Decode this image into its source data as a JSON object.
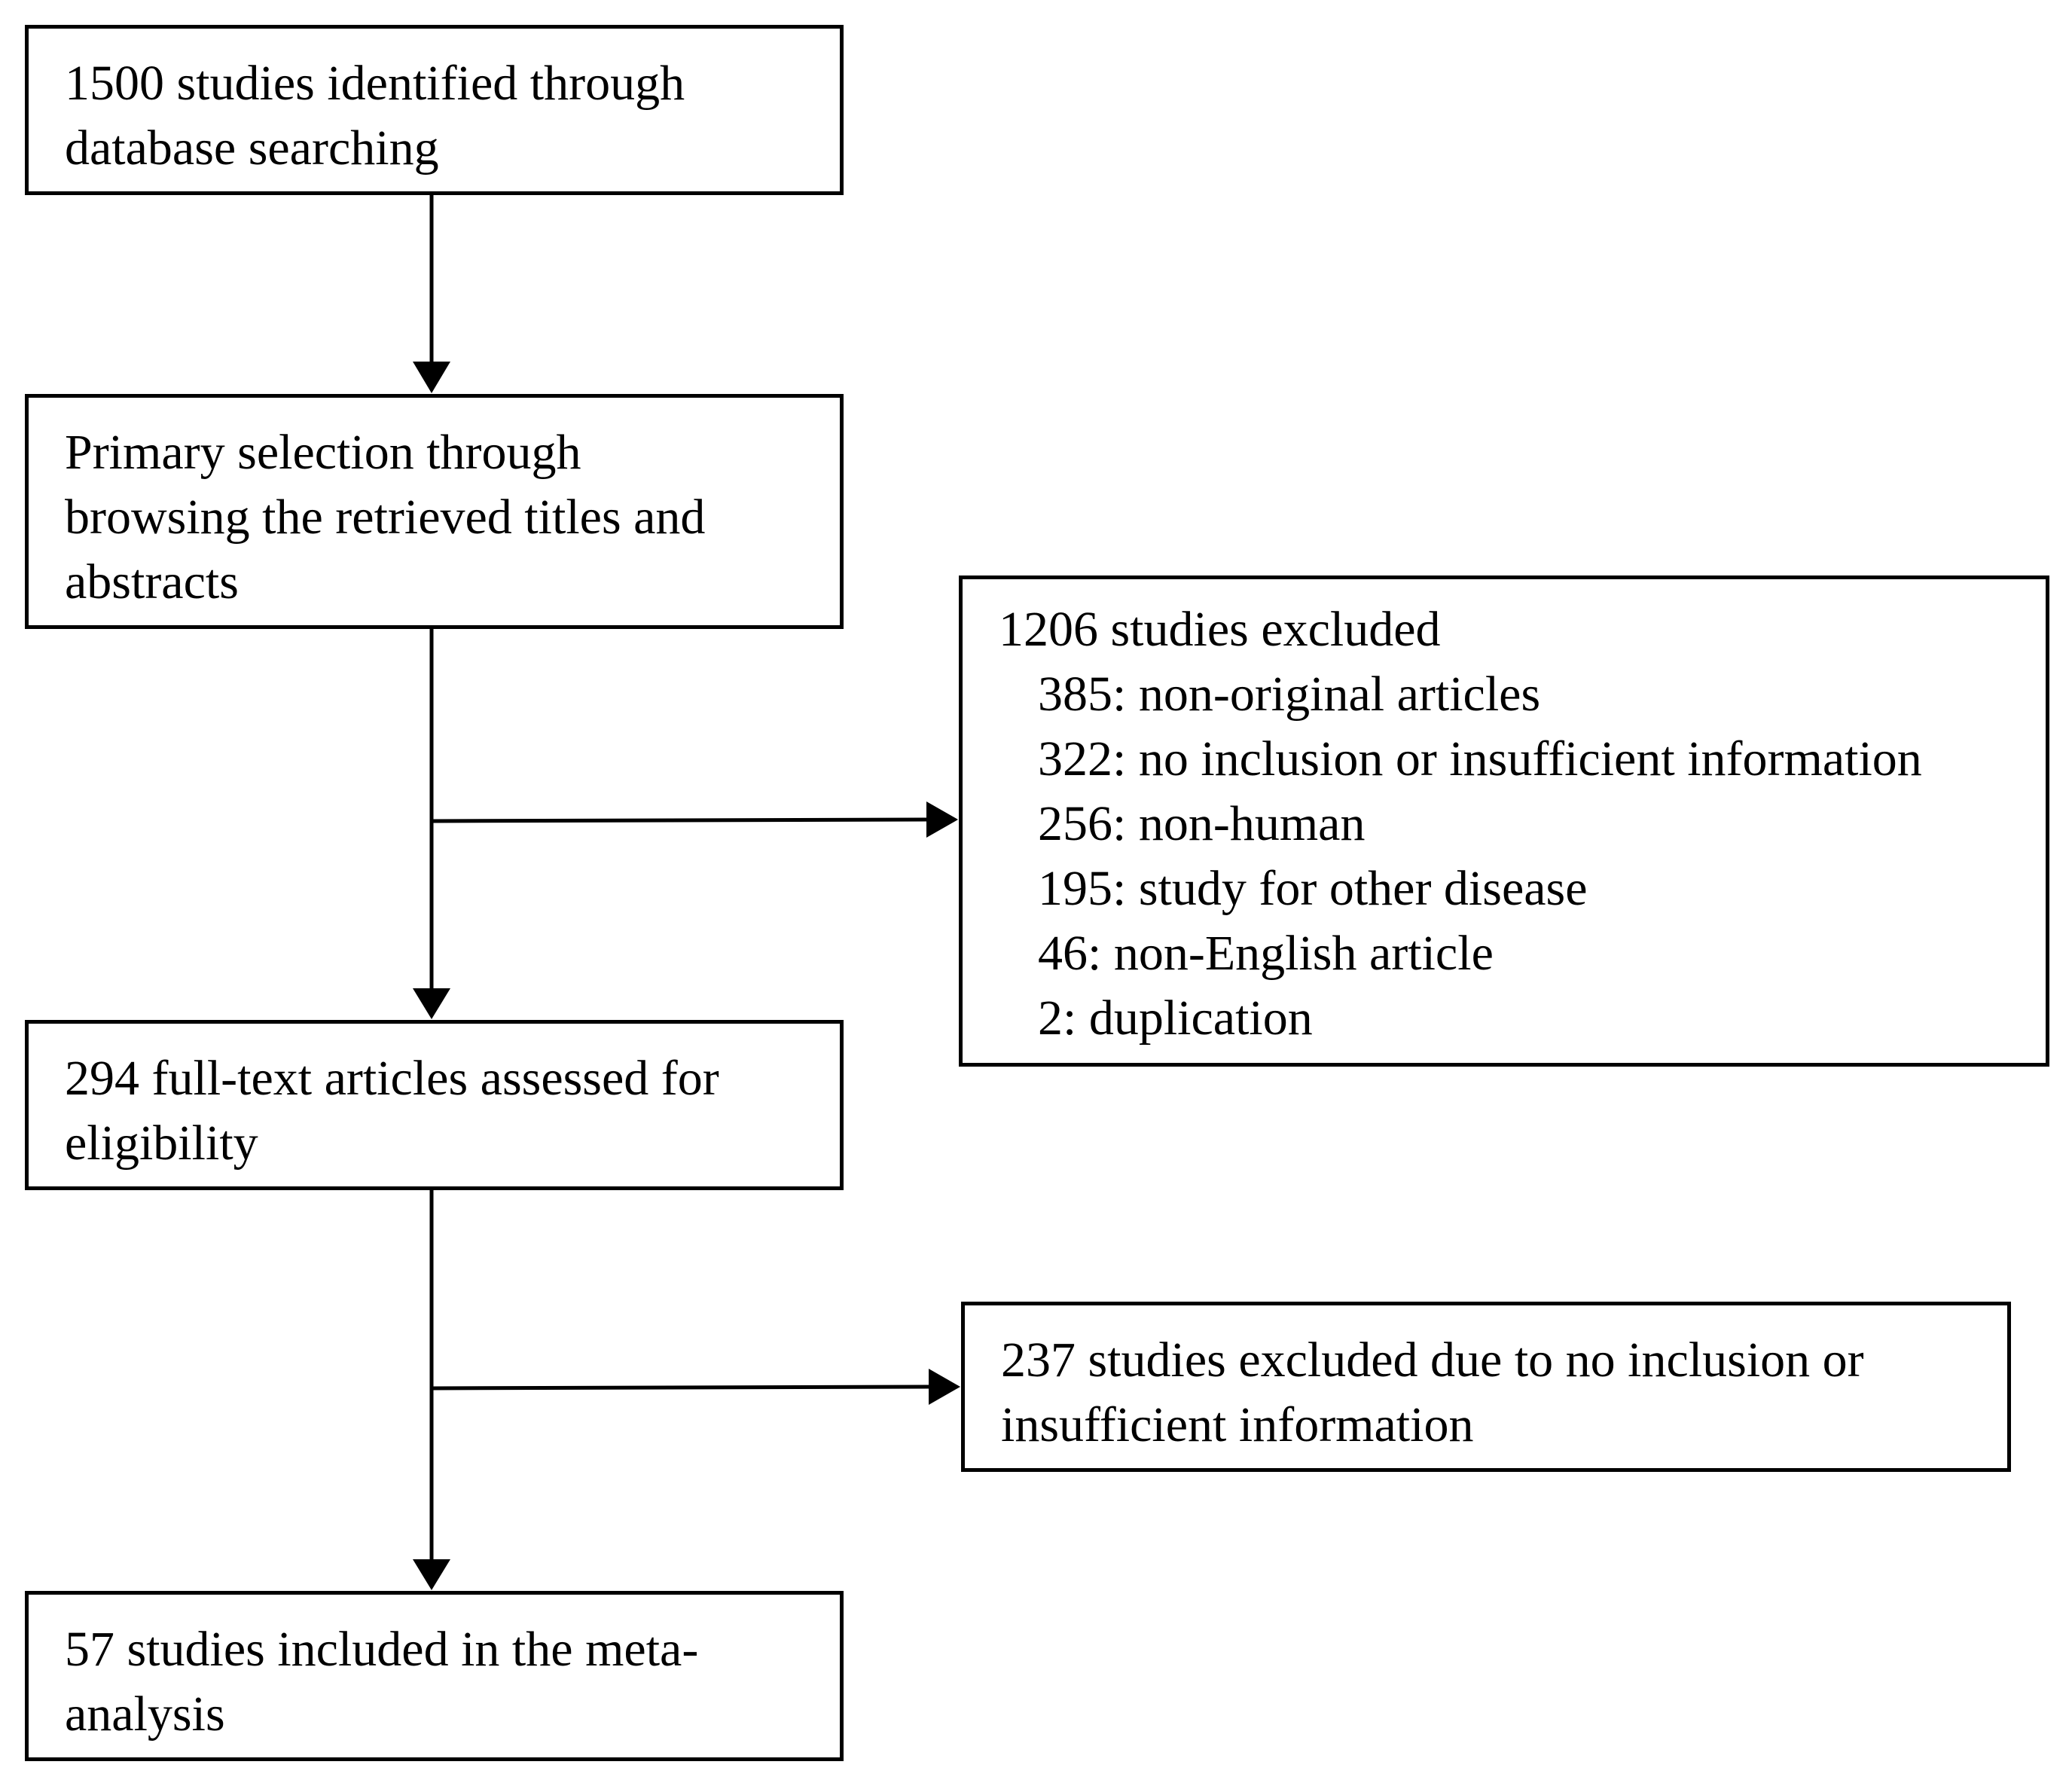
{
  "flow": {
    "identified": {
      "lines": [
        "1500 studies identified through",
        "database searching"
      ]
    },
    "primary_selection": {
      "lines": [
        "Primary selection through",
        "browsing the retrieved titles and",
        "abstracts"
      ]
    },
    "full_text": {
      "lines": [
        "294 full-text articles assessed for",
        "eligibility"
      ]
    },
    "included": {
      "lines": [
        "57 studies included in the meta-",
        "analysis"
      ]
    },
    "excluded_first": {
      "heading": "1206 studies excluded",
      "reasons": [
        "385: non-original articles",
        "322: no inclusion or insufficient information",
        "256: non-human",
        "195: study for other disease",
        "46: non-English article",
        "2: duplication"
      ]
    },
    "excluded_second": {
      "lines": [
        "237 studies excluded due to no inclusion or",
        "insufficient information"
      ]
    }
  }
}
